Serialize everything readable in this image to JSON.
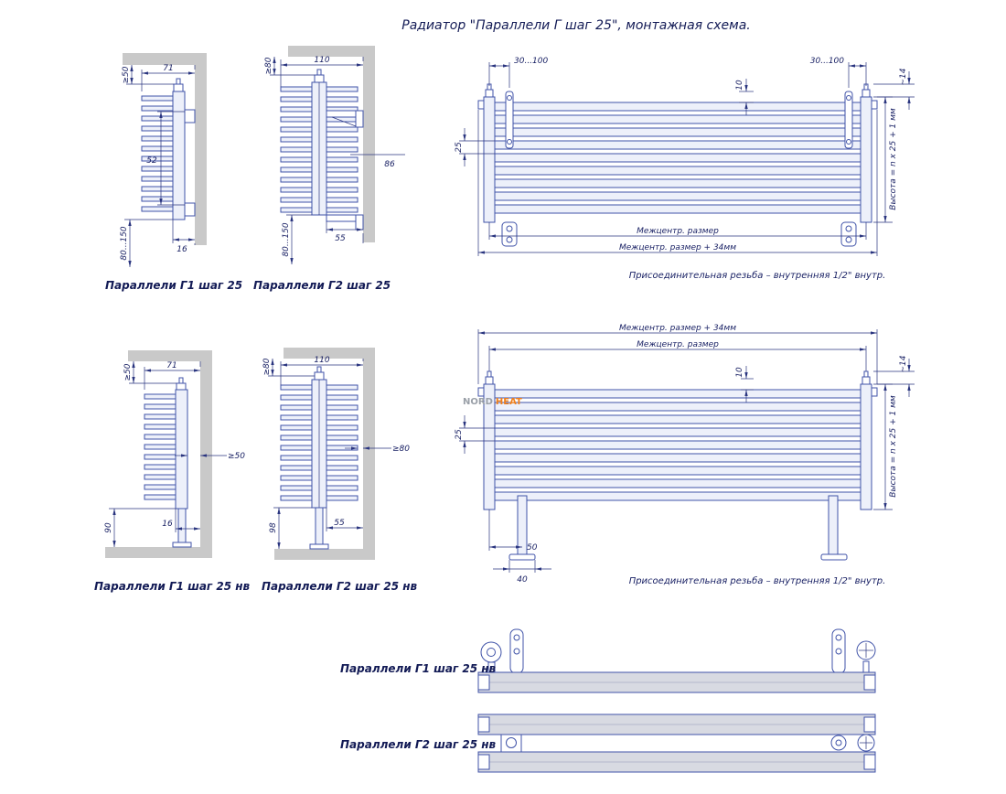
{
  "title": "Радиатор \"Параллели Г шаг 25\", монтажная схема.",
  "colors": {
    "line_blue": "#4053a8",
    "dim_navy": "#2a357f",
    "text_navy": "#171f63",
    "wall_gray": "#c9c9c9",
    "body_fill": "#edf0fa",
    "logo_gray": "#9aa0a8",
    "logo_orange": "#ef7f1b"
  },
  "side_g1": {
    "caption": "Параллели Г1 шаг 25",
    "width": "71",
    "top_gap": "≥50",
    "bracket_span": "52",
    "depth": "16",
    "floor_gap": "80...150"
  },
  "side_g2": {
    "caption": "Параллели Г2 шаг 25",
    "width": "110",
    "top_gap": "≥80",
    "bracket_depth": "86",
    "depth": "55",
    "floor_gap": "80...150"
  },
  "front_wall": {
    "bracket_range_left": "30...100",
    "bracket_range_right": "30...100",
    "hook_offset": "10",
    "tube_step": "25",
    "top_margin": "~14",
    "height_formula": "Высота = n x 25 + 1 мм",
    "center_dim": "Межцентр.  размер",
    "overall_dim": "Межцентр. размер + 34мм",
    "thread_note": "Присоединительная резьба – внутренняя 1/2\" внутр."
  },
  "side_g1_floor": {
    "caption": "Параллели Г1 шаг 25 нв",
    "width": "71",
    "top_gap": "≥50",
    "wall_gap": "≥50",
    "depth": "16",
    "leg_height": "90"
  },
  "side_g2_floor": {
    "caption": "Параллели Г2 шаг 25 нв",
    "width": "110",
    "top_gap": "≥80",
    "wall_gap": "≥80",
    "depth": "55",
    "leg_height": "98"
  },
  "front_floor": {
    "overall_dim": "Межцентр. размер + 34мм",
    "center_dim": "Межцентр.  размер",
    "hook_offset": "10",
    "tube_step": "25",
    "top_margin": "~14",
    "height_formula": "Высота = n x 25 + 1 мм",
    "leg_offset": "50",
    "foot_width": "40",
    "thread_note": "Присоединительная резьба – внутренняя 1/2\" внутр.",
    "logo_nord": "NORD",
    "logo_heat": "HEAT"
  },
  "top_g1": {
    "caption": "Параллели Г1 шаг 25 нв"
  },
  "top_g2": {
    "caption": "Параллели Г2 шаг 25 нв"
  }
}
